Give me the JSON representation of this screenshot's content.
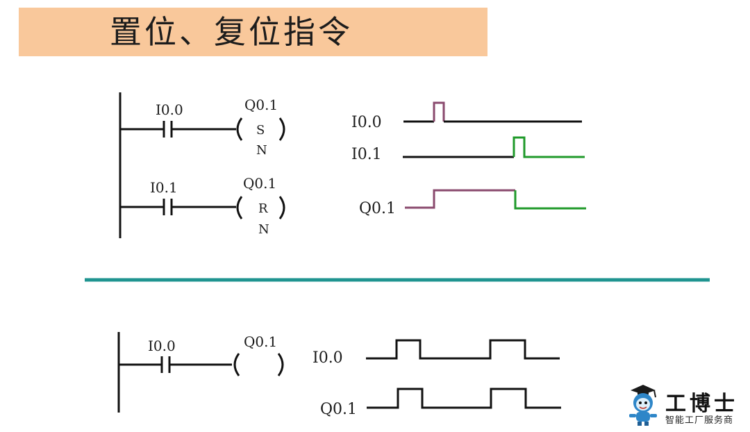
{
  "title": "置位、复位指令",
  "colors": {
    "title_band": "#f9c89b",
    "line": "#111111",
    "set_pulse": "#8a4a6e",
    "reset_pulse": "#1f9a2a",
    "divider": "#1f9490"
  },
  "set_rung": {
    "contact": "I0.0",
    "coil": "Q0.1",
    "instruction": "S",
    "count": "N"
  },
  "reset_rung": {
    "contact": "I0.1",
    "coil": "Q0.1",
    "instruction": "R",
    "count": "N"
  },
  "normal_rung": {
    "contact": "I0.0",
    "coil": "Q0.1"
  },
  "timing_top": {
    "signals": [
      "I0.0",
      "I0.1",
      "Q0.1"
    ]
  },
  "timing_bottom": {
    "signals": [
      "I0.0",
      "Q0.1"
    ]
  },
  "logo": {
    "name": "工博士",
    "slogan": "智能工厂服务商",
    "mascot_icon": "mascot-icon"
  }
}
